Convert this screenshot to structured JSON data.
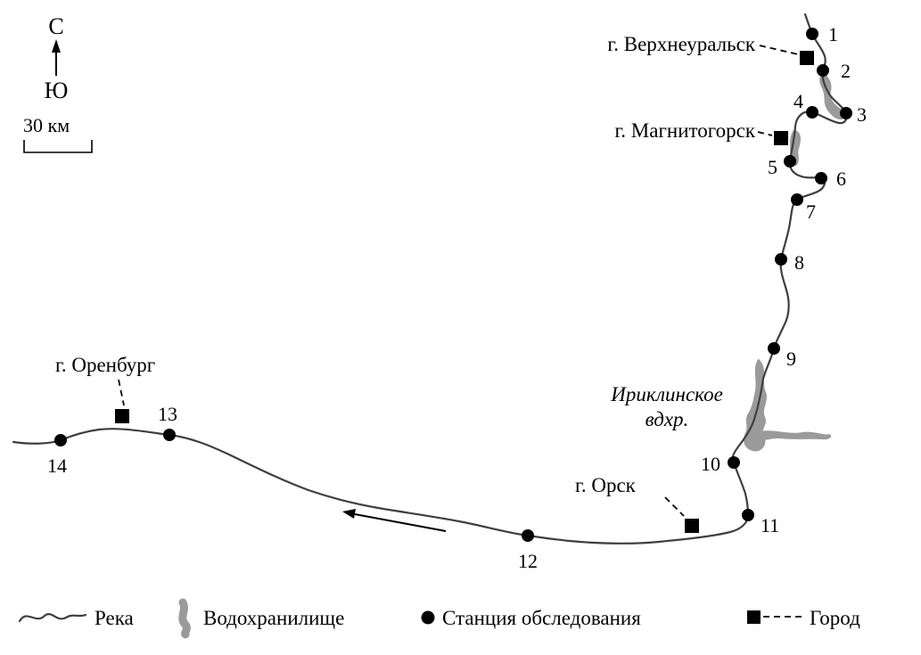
{
  "map": {
    "compass": {
      "north_label": "С",
      "south_label": "Ю"
    },
    "scale_label": "30 км",
    "cities": [
      {
        "name": "г. Верхнеуральск"
      },
      {
        "name": "г. Магнитогорск"
      },
      {
        "name": "г. Оренбург"
      },
      {
        "name": "г. Орск"
      }
    ],
    "reservoir_name_line1": "Ириклинское",
    "reservoir_name_line2": "вдхр.",
    "stations": [
      {
        "label": "1"
      },
      {
        "label": "2"
      },
      {
        "label": "3"
      },
      {
        "label": "4"
      },
      {
        "label": "5"
      },
      {
        "label": "6"
      },
      {
        "label": "7"
      },
      {
        "label": "8"
      },
      {
        "label": "9"
      },
      {
        "label": "10"
      },
      {
        "label": "11"
      },
      {
        "label": "12"
      },
      {
        "label": "13"
      },
      {
        "label": "14"
      }
    ],
    "legend": {
      "river_label": "Река",
      "reservoir_label": "Водохранилище",
      "station_label": "Станция обследования",
      "city_label": "Город"
    },
    "colors": {
      "river": "#3f3f3f",
      "reservoir": "#9a9a9a",
      "ink": "#000000"
    }
  }
}
